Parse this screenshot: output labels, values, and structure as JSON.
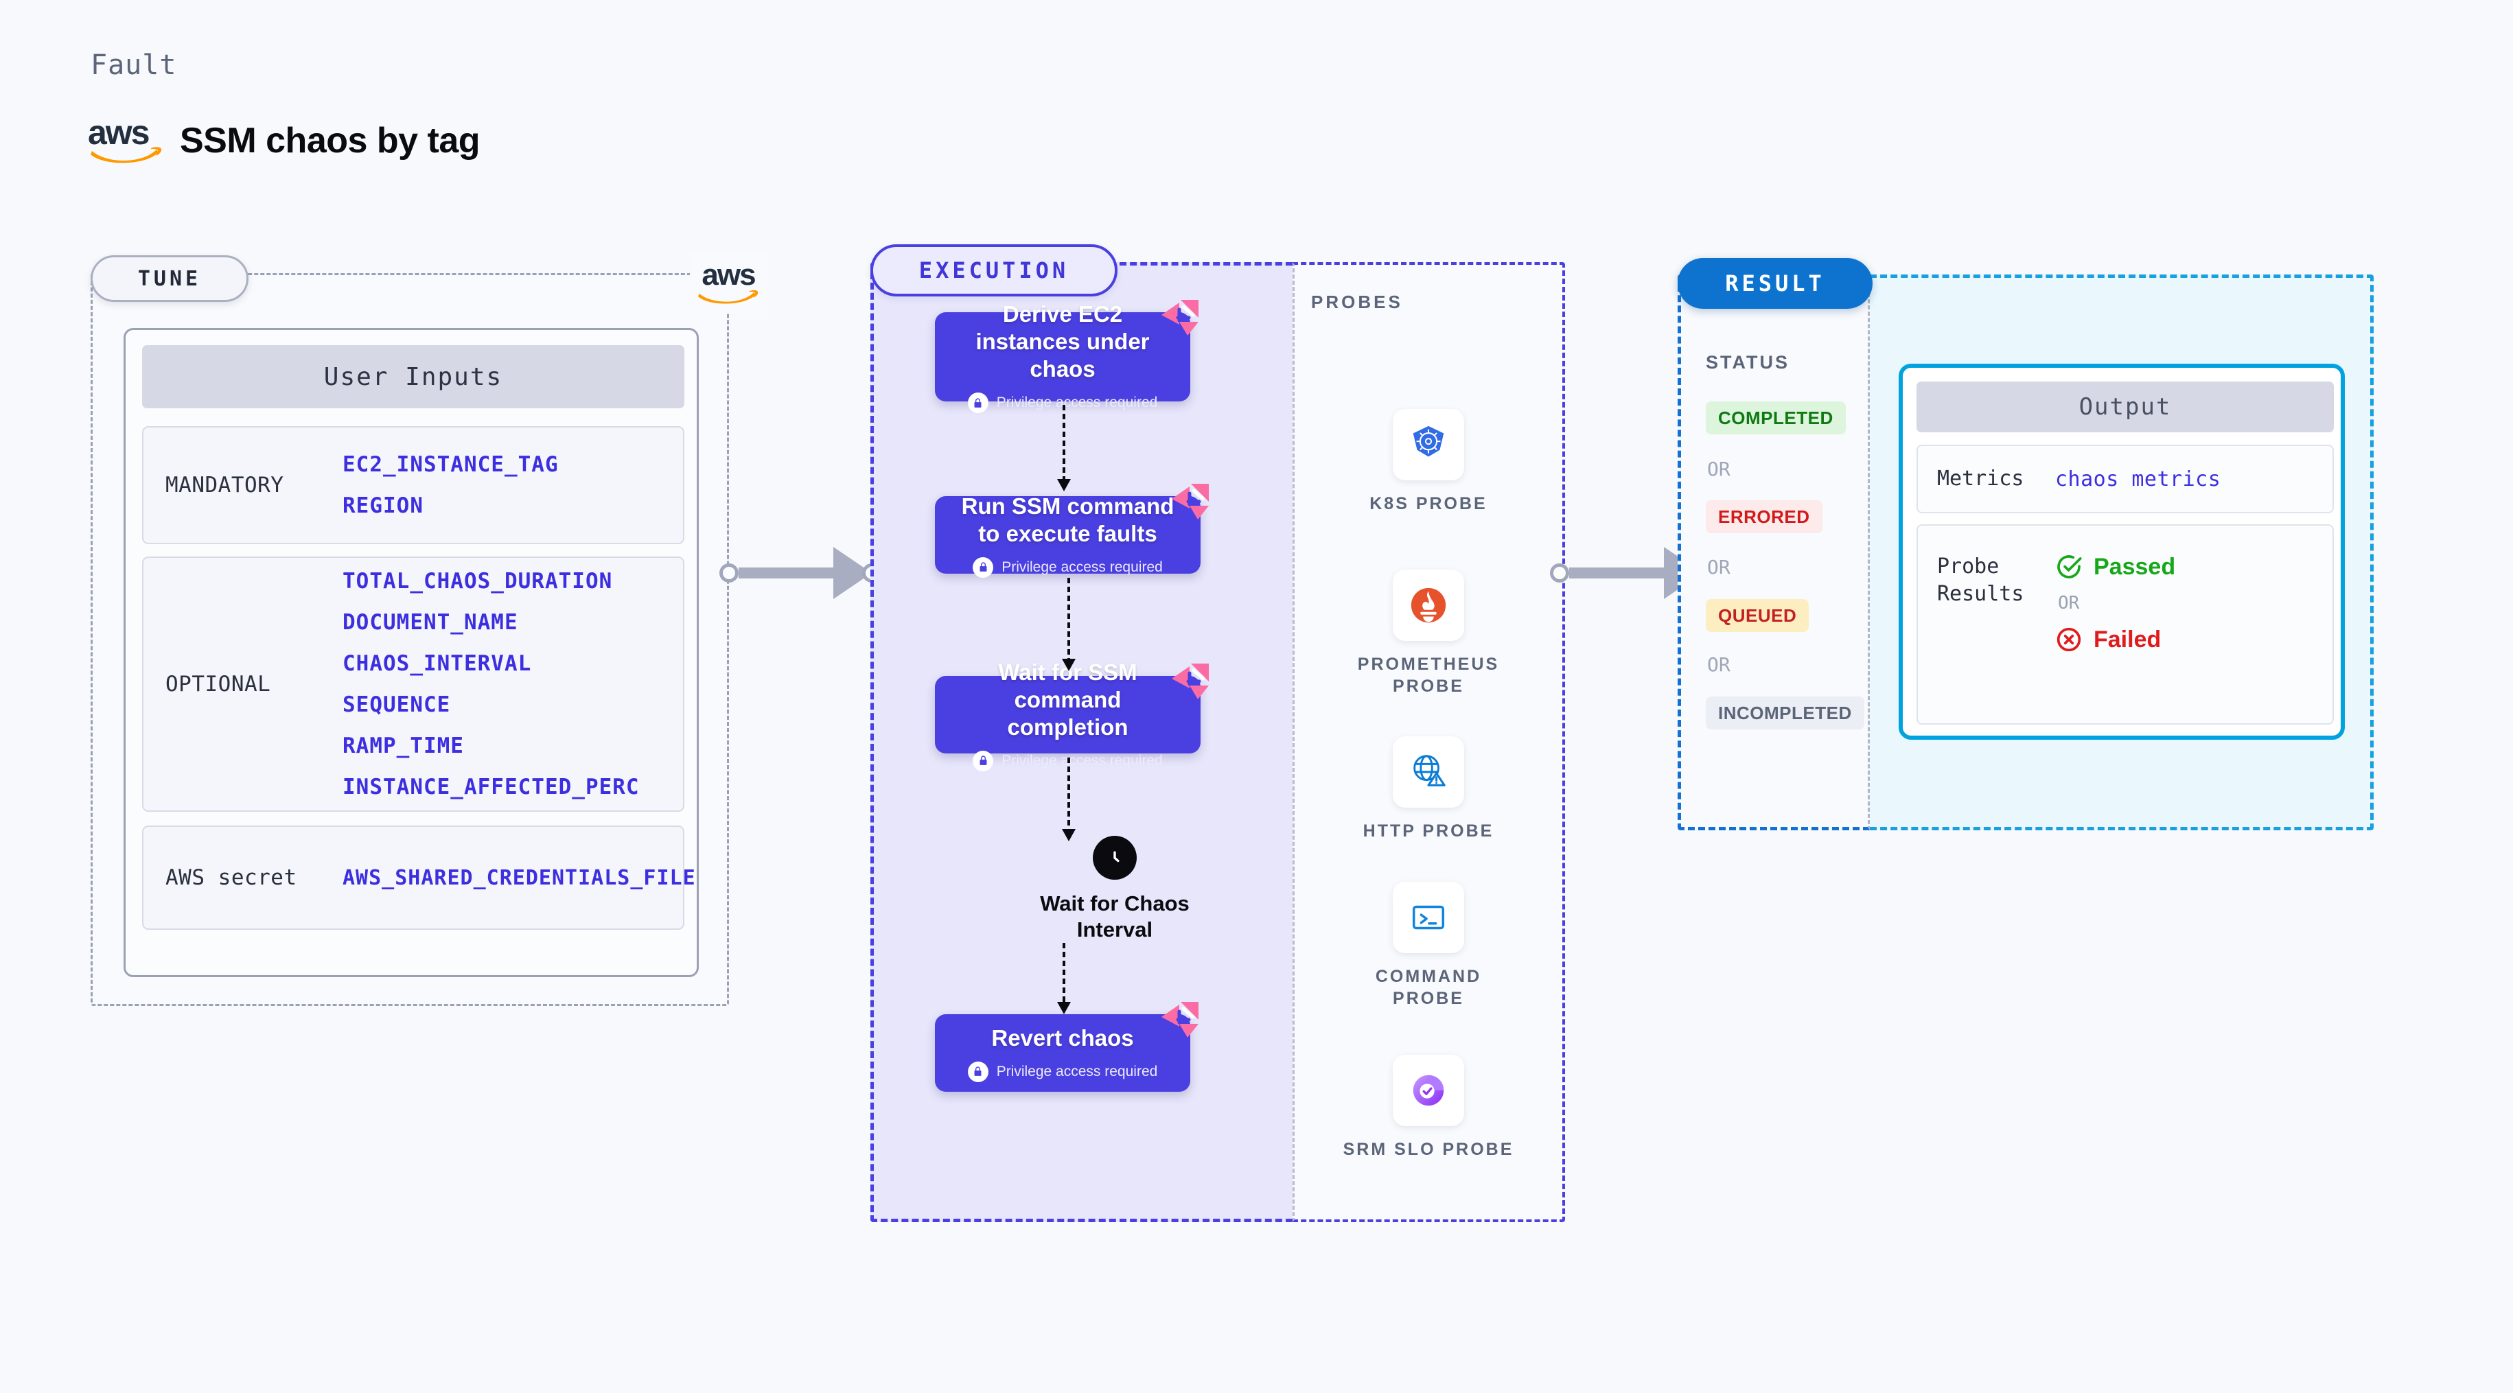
{
  "header": {
    "eyebrow": "Fault",
    "title": "SSM chaos by tag",
    "logo_text": "aws"
  },
  "tune": {
    "pill_label": "TUNE",
    "aws_badge": "aws",
    "card_header": "User Inputs",
    "blocks": [
      {
        "label": "MANDATORY",
        "values": [
          "EC2_INSTANCE_TAG",
          "REGION"
        ]
      },
      {
        "label": "OPTIONAL",
        "values": [
          "TOTAL_CHAOS_DURATION",
          "DOCUMENT_NAME",
          "CHAOS_INTERVAL",
          "SEQUENCE",
          "RAMP_TIME",
          "INSTANCE_AFFECTED_PERC"
        ]
      },
      {
        "label": "AWS secret",
        "values": [
          "AWS_SHARED_CREDENTIALS_FILE"
        ]
      }
    ]
  },
  "execution": {
    "pill_label": "EXECUTION",
    "privilege_note": "Privilege access required",
    "nodes": [
      {
        "title": "Derive EC2 instances under chaos",
        "sub": "Privilege access required",
        "badge": "harness-ribbon"
      },
      {
        "title": "Run SSM command to execute faults",
        "sub": "Privilege access required",
        "badge": "harness-ribbon"
      },
      {
        "title": "Wait for SSM command completion",
        "sub": "Privilege access required",
        "badge": "harness-ribbon"
      },
      {
        "title": "Revert chaos",
        "sub": "Privilege access required",
        "badge": "harness-ribbon"
      }
    ],
    "wait_node": {
      "title": "Wait for Chaos Interval",
      "icon": "clock-icon"
    }
  },
  "probes": {
    "title": "PROBES",
    "items": [
      {
        "label": "K8S PROBE",
        "icon": "kubernetes-icon"
      },
      {
        "label": "PROMETHEUS PROBE",
        "icon": "prometheus-icon"
      },
      {
        "label": "HTTP PROBE",
        "icon": "http-globe-icon"
      },
      {
        "label": "COMMAND PROBE",
        "icon": "terminal-icon"
      },
      {
        "label": "SRM SLO PROBE",
        "icon": "srm-slo-icon"
      }
    ]
  },
  "result": {
    "pill_label": "RESULT",
    "status_title": "STATUS",
    "or_label": "OR",
    "statuses": [
      {
        "label": "COMPLETED",
        "bg": "#dcf5dc",
        "fg": "#0f7a13"
      },
      {
        "label": "ERRORED",
        "bg": "#fdeaea",
        "fg": "#d11a1a"
      },
      {
        "label": "QUEUED",
        "bg": "#fdeec2",
        "fg": "#c32020"
      },
      {
        "label": "INCOMPLETED",
        "bg": "#eceef5",
        "fg": "#5b6478"
      }
    ],
    "output": {
      "header": "Output",
      "metrics_key": "Metrics",
      "metrics_value": "chaos metrics",
      "probe_key": "Probe Results",
      "passed_label": "Passed",
      "failed_label": "Failed",
      "or_label": "OR"
    }
  },
  "colors": {
    "accent_purple": "#4a3fe0",
    "accent_blue": "#0d73cf",
    "accent_cyan": "#00a3e0",
    "param_blue": "#3d2fe0",
    "ribbon_pink": "#fb6ba4",
    "aws_orange": "#ff9900",
    "aws_navy": "#232f3e"
  }
}
